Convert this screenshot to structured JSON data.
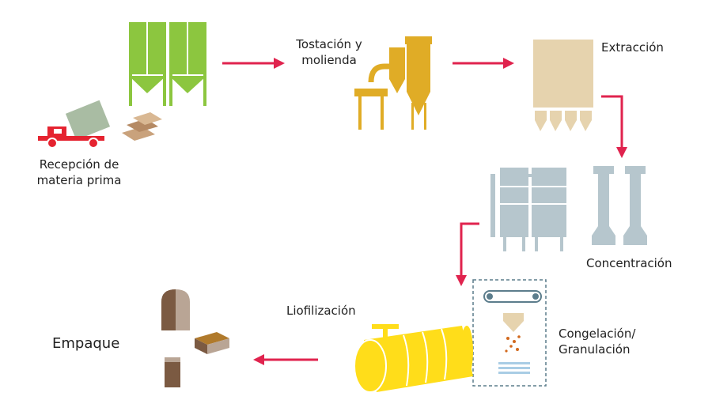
{
  "steps": {
    "reception": {
      "line1": "Recepción de",
      "line2": "materia prima"
    },
    "roasting": {
      "line1": "Tostación y",
      "line2": "molienda"
    },
    "extraction": {
      "label": "Extracción"
    },
    "concentration": {
      "label": "Concentración"
    },
    "freezing": {
      "line1": "Congelación/",
      "line2": "Granulación"
    },
    "freeze_drying": {
      "label": "Liofilización"
    },
    "packaging": {
      "label": "Empaque"
    }
  },
  "colors": {
    "arrow": "#e0234e",
    "silo_green": "#8cc63f",
    "roaster_yellow": "#e0ac26",
    "extractor_beige": "#e6d3ae",
    "concentrator_gray": "#b6c6cd",
    "dryer_yellow": "#ffdd1a",
    "truck_red": "#e52330",
    "truck_box_gray": "#a9bca3",
    "sack_tan": "#c9a27c",
    "packaging_brown": "#7b5a42",
    "packaging_gray": "#b9a595",
    "freeze_dash": "#5c7d8c"
  }
}
